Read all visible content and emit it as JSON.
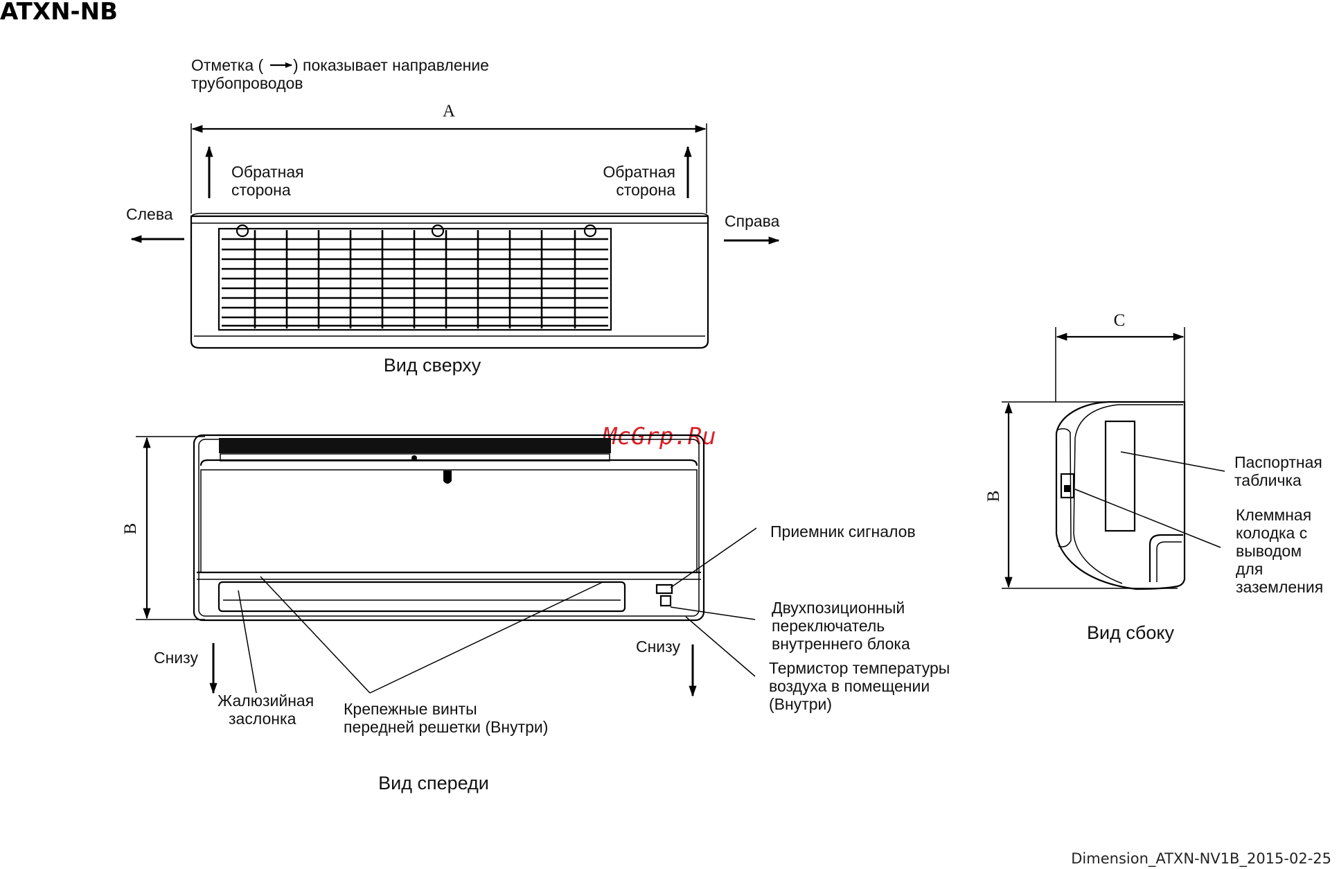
{
  "title": "ATXN-NB",
  "watermark": "McGrp.Ru",
  "footer": "Dimension_ATXN-NV1B_2015-02-25",
  "legend": {
    "line1_prefix": "Отметка (",
    "line1_suffix": ") показывает направление",
    "line2": "трубопроводов"
  },
  "dims": {
    "a": "A",
    "b": "B",
    "c": "C"
  },
  "top_view": {
    "label": "Вид сверху",
    "back_left_1": "Обратная",
    "back_left_2": "сторона",
    "back_right_1": "Обратная",
    "back_right_2": "сторона",
    "left": "Слева",
    "right": "Справа"
  },
  "front_view": {
    "label": "Вид спереди",
    "bottom_left": "Снизу",
    "bottom_right": "Снизу",
    "louver_1": "Жалюзийная",
    "louver_2": "заслонка",
    "screws_1": "Крепежные винты",
    "screws_2": "передней решетки (Внутри)",
    "receiver": "Приемник сигналов",
    "switch_1": "Двухпозиционный",
    "switch_2": "переключатель",
    "switch_3": "внутреннего блока",
    "thermistor_1": "Термистор температуры",
    "thermistor_2": "воздуха в помещении",
    "thermistor_3": "(Внутри)"
  },
  "side_view": {
    "label": "Вид сбоку",
    "plate_1": "Паспортная",
    "plate_2": "табличка",
    "terminal_1": "Клеммная",
    "terminal_2": "колодка с",
    "terminal_3": "выводом",
    "terminal_4": "для",
    "terminal_5": "заземления"
  }
}
